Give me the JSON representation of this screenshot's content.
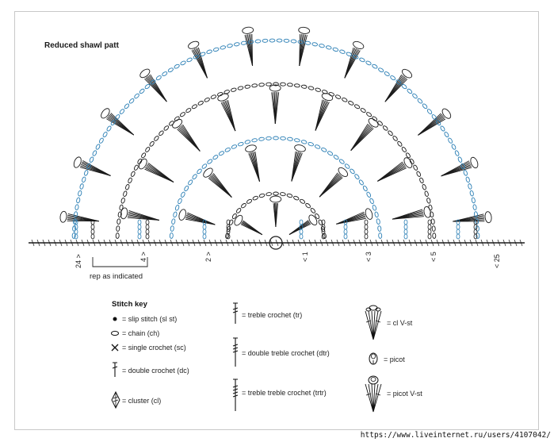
{
  "title": "Reduced shawl patt",
  "row_labels": {
    "left": [
      "24 >",
      "4 >",
      "2 >"
    ],
    "right": [
      "< 1",
      "< 3",
      "< 5",
      "< 25"
    ]
  },
  "rep_label": "rep as indicated",
  "stitch_key": {
    "title": "Stitch key",
    "items": [
      {
        "label": "= slip stitch (sl st)",
        "icon": "slip-stitch-icon"
      },
      {
        "label": "= chain (ch)",
        "icon": "chain-icon"
      },
      {
        "label": "= single crochet (sc)",
        "icon": "single-crochet-icon"
      },
      {
        "label": "= double crochet (dc)",
        "icon": "double-crochet-icon"
      },
      {
        "label": "= cluster (cl)",
        "icon": "cluster-icon"
      },
      {
        "label": "= treble crochet (tr)",
        "icon": "treble-crochet-icon"
      },
      {
        "label": "= double treble crochet (dtr)",
        "icon": "double-treble-icon"
      },
      {
        "label": "= treble treble crochet (trtr)",
        "icon": "treble-treble-icon"
      },
      {
        "label": "= cl V-st",
        "icon": "cluster-v-stitch-icon"
      },
      {
        "label": "= picot",
        "icon": "picot-icon"
      },
      {
        "label": "= picot V-st",
        "icon": "picot-v-stitch-icon"
      }
    ]
  },
  "colors": {
    "line": "#1a1a1a",
    "accent": "#2b7fb5"
  },
  "watermark": "https://www.liveinternet.ru/users/4107042/"
}
